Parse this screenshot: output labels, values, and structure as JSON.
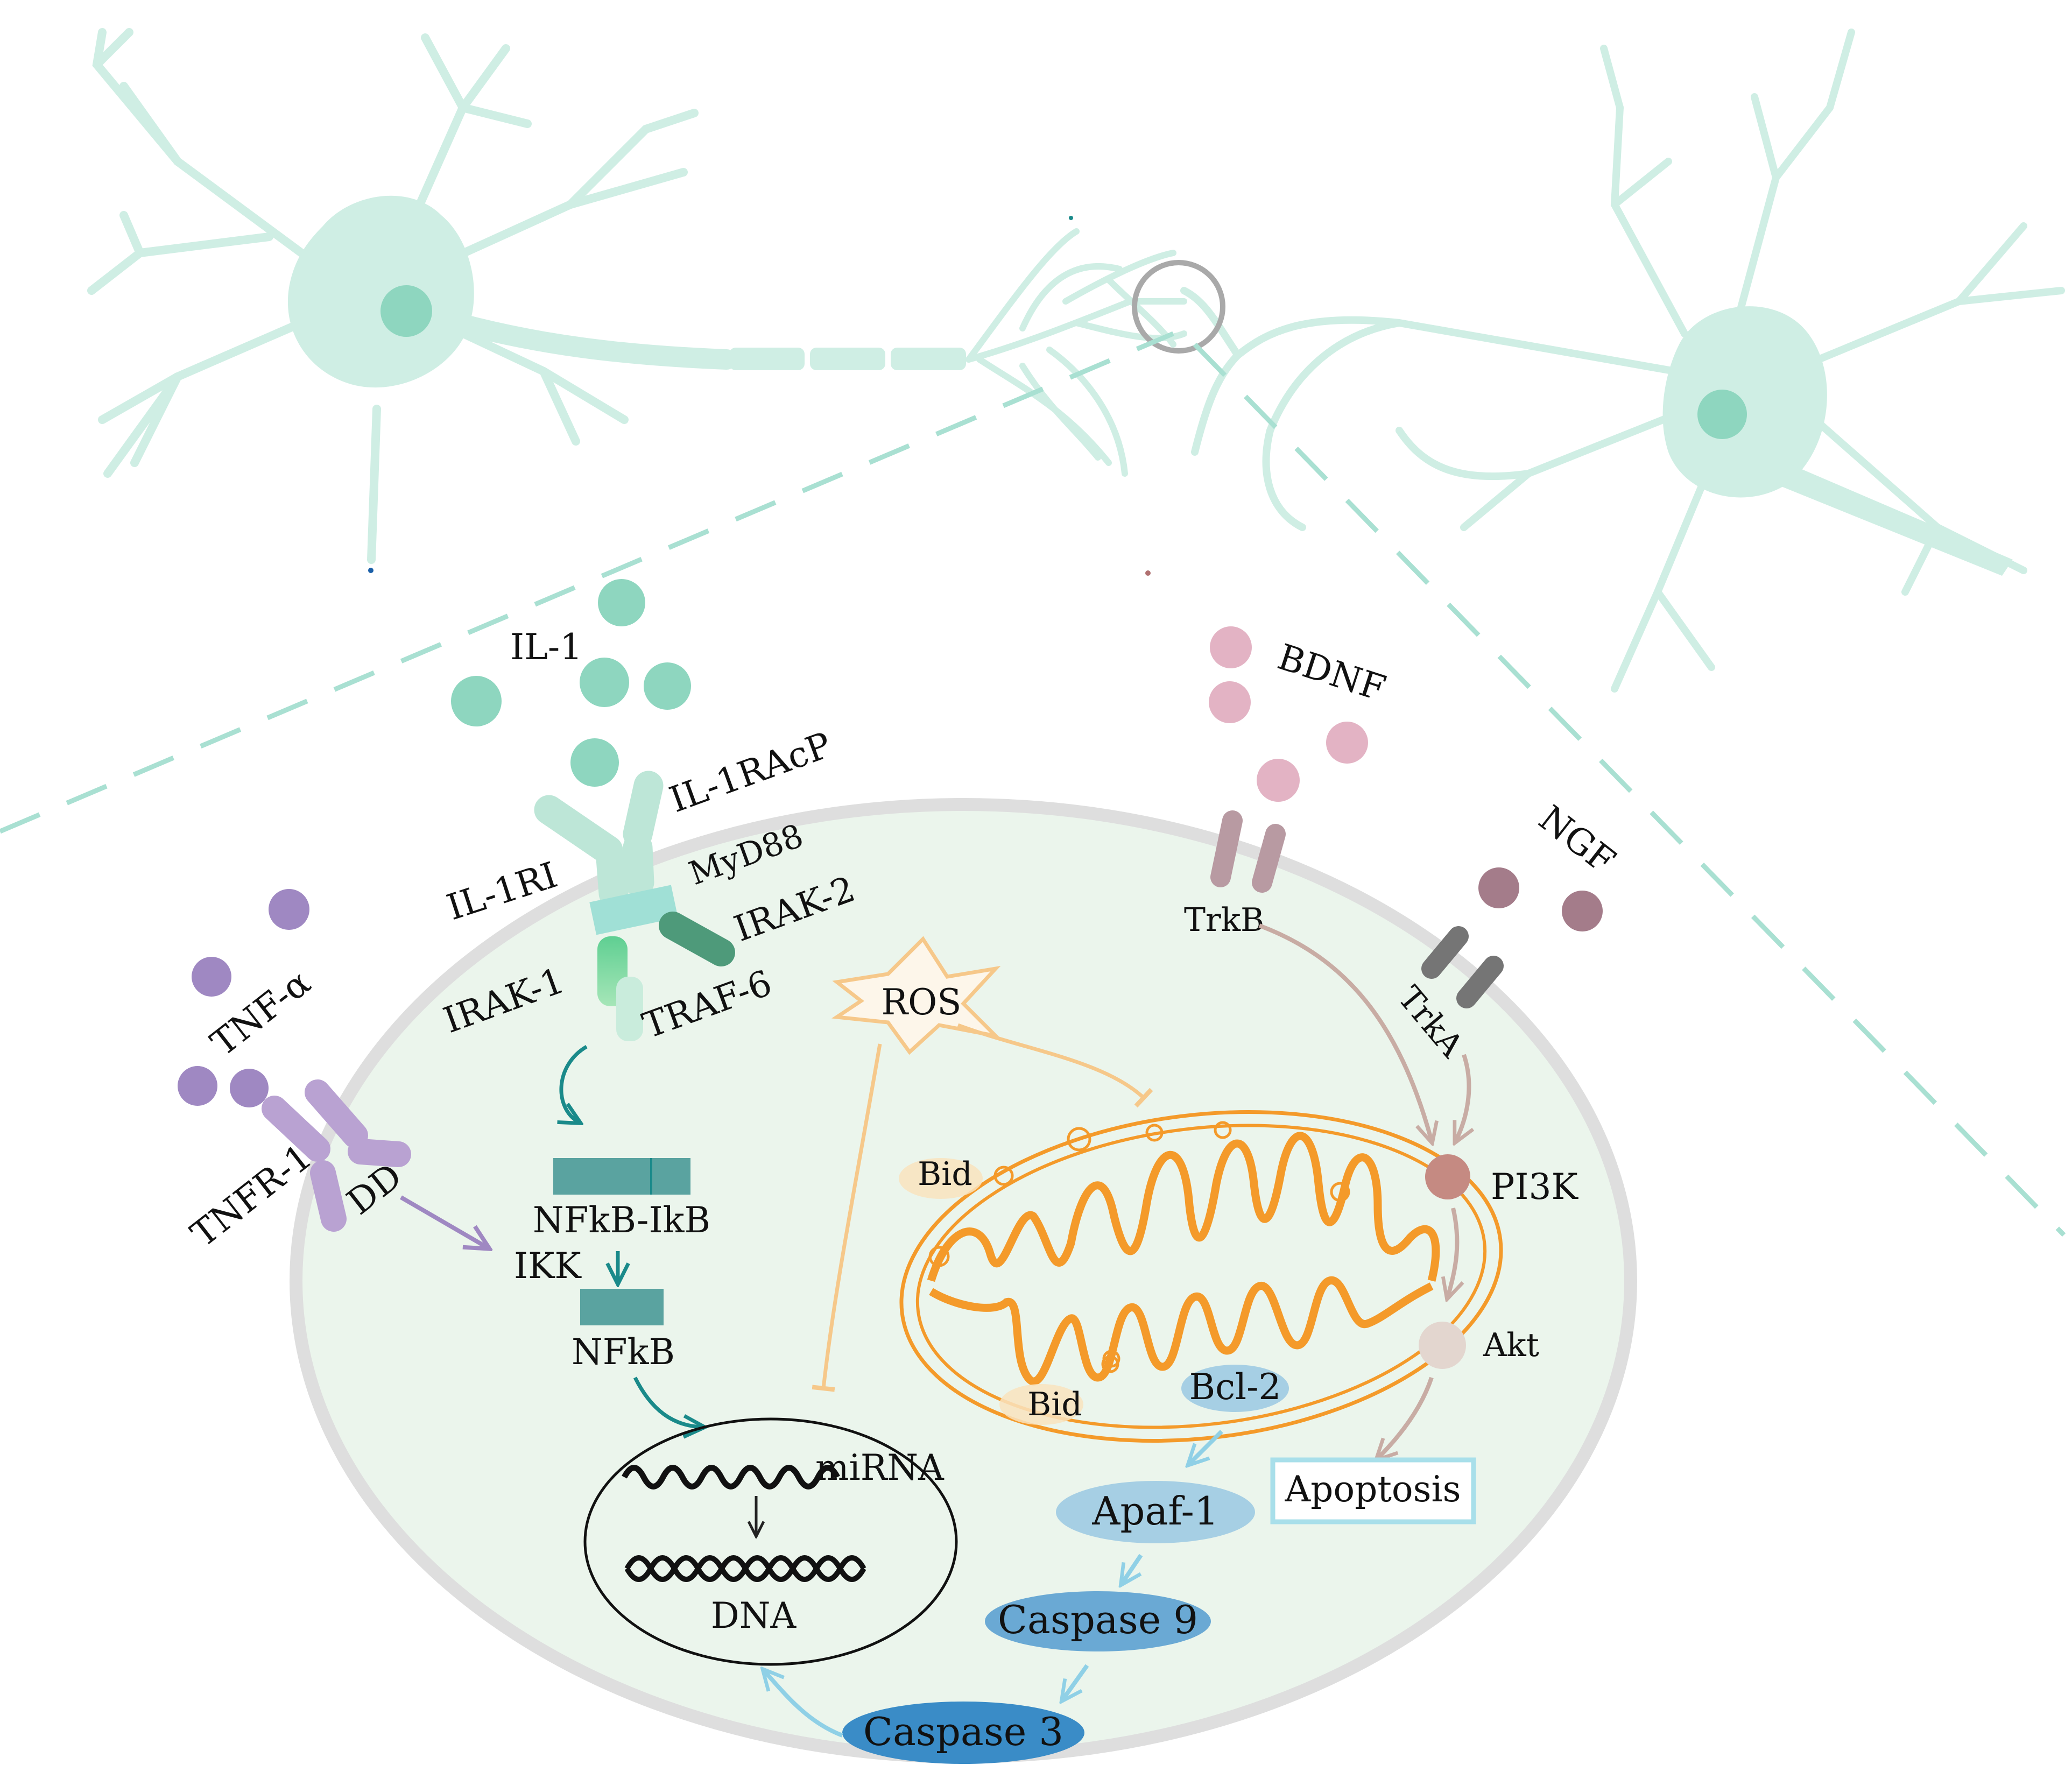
{
  "colors": {
    "neuron": "#cfeee4",
    "il1": "#8ed6bf",
    "tnf": "#9f88c2",
    "bdnf": "#e3b3c4",
    "ngf": "#a47c8a",
    "teal_arrow": "#1a8a8a",
    "mitochondria": "#f49a2a",
    "caspase_blue": "#3a8cc7",
    "apoptosis_box": "#a8dfea",
    "cell_fill": "#ebf5ec",
    "cell_border": "#dedede"
  },
  "labels": {
    "il1": "IL-1",
    "il1racp": "IL-1RAcP",
    "il1ri": "IL-1RI",
    "myd88": "MyD88",
    "irak2": "IRAK-2",
    "irak1": "IRAK-1",
    "traf6": "TRAF-6",
    "tnfa": "TNF-α",
    "tnfr1": "TNFR-1",
    "dd": "DD",
    "ikk": "IKK",
    "nfkb_ikb": "NFkB-IkB",
    "nfkb": "NFkB",
    "mirna": "miRNA",
    "dna": "DNA",
    "ros": "ROS",
    "bid_top": "Bid",
    "bid_bottom": "Bid",
    "bcl2": "Bcl-2",
    "apaf1": "Apaf-1",
    "caspase9": "Caspase 9",
    "caspase3": "Caspase 3",
    "bdnf": "BDNF",
    "trkb": "TrkB",
    "ngf": "NGF",
    "trka": "TrkA",
    "pi3k": "PI3K",
    "akt": "Akt",
    "apoptosis": "Apoptosis"
  }
}
